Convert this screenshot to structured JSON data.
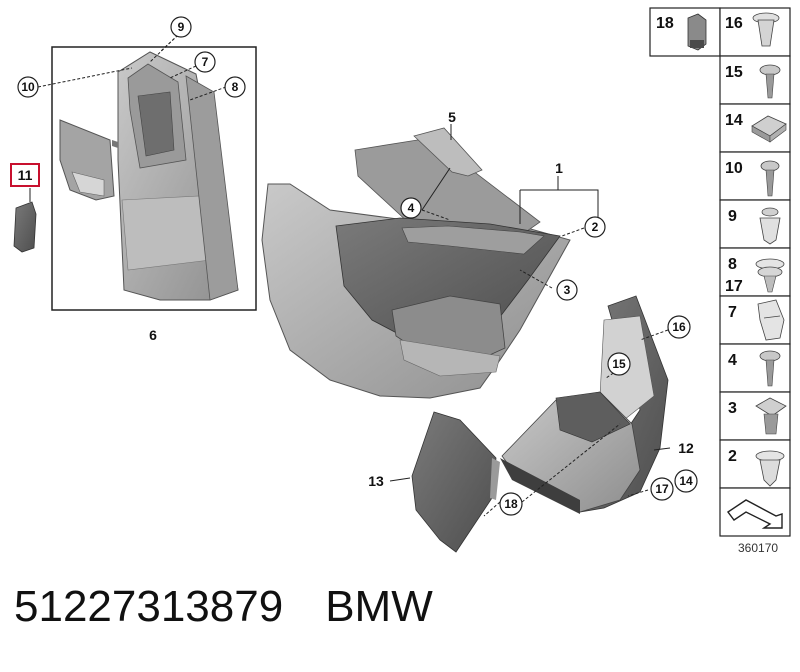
{
  "callouts": {
    "c9": "9",
    "c7": "7",
    "c10": "10",
    "c8": "8",
    "c11": "11",
    "c6": "6",
    "c5": "5",
    "c1": "1",
    "c4": "4",
    "c2": "2",
    "c3": "3",
    "c16": "16",
    "c15": "15",
    "c12": "12",
    "c13": "13",
    "c18": "18",
    "c17": "17",
    "c14": "14"
  },
  "parts_column": {
    "top_left": "18",
    "top_right": "16",
    "items": [
      "15",
      "14",
      "10",
      "9",
      "8",
      "17",
      "7",
      "4",
      "3",
      "2"
    ]
  },
  "reference_number": "360170",
  "caption": {
    "part_number": "51227313879",
    "brand": "BMW"
  },
  "colors": {
    "highlight": "#c8102e",
    "panel_dark": "#8a8a8a",
    "panel_mid": "#a9a9a9",
    "panel_light": "#cfcfcf",
    "line": "#222222"
  }
}
